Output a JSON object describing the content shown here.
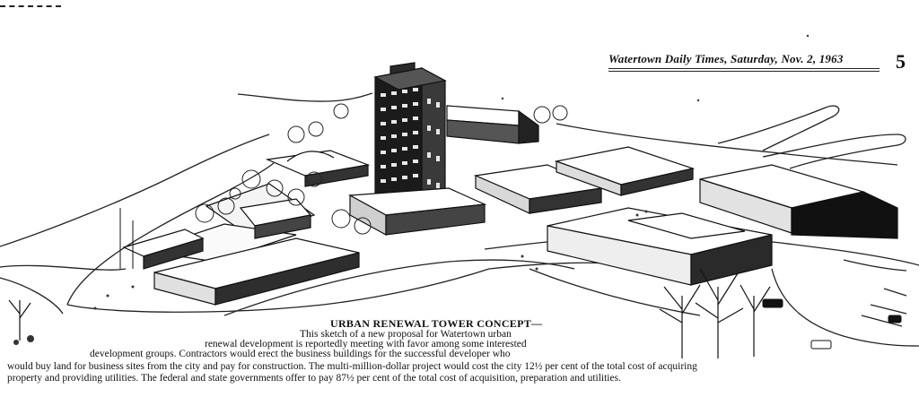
{
  "header": {
    "masthead": "Watertown Daily Times, Saturday, Nov. 2, 1963",
    "page_number": "5"
  },
  "illustration": {
    "subject": "urban-renewal-tower-sketch"
  },
  "caption": {
    "title": "URBAN RENEWAL TOWER CONCEPT—",
    "lines": [
      "This sketch of a new proposal for Watertown urban",
      "renewal development is reportedly meeting with favor among some interested",
      "development groups.  Contractors would erect the business buildings for the successful developer who",
      "would buy land for business sites from the city and pay for construction.  The multi-million-dollar project would cost the city 12½ per cent of the total cost of acquiring",
      "property and providing utilities.  The federal and state governments offer to pay 87½ per cent of the total cost of acquisition, preparation and utilities."
    ]
  }
}
